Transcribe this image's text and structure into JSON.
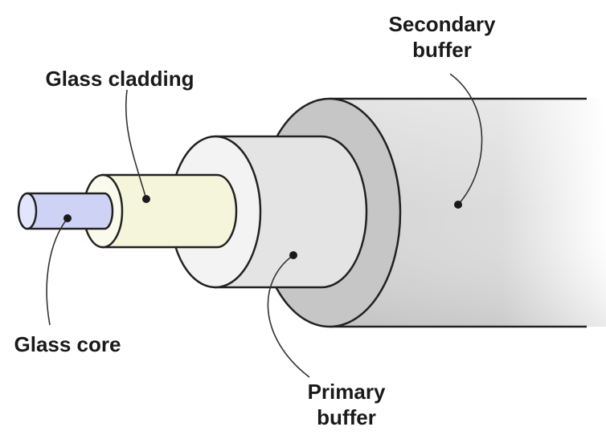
{
  "labels": {
    "secondary_buffer": [
      "Secondary",
      "buffer"
    ],
    "glass_cladding": [
      "Glass cladding"
    ],
    "glass_core": [
      "Glass core"
    ],
    "primary_buffer": [
      "Primary",
      "buffer"
    ]
  },
  "colors": {
    "core_face": "#e0e3fa",
    "core_body": "#cdd2f4",
    "cladding_face": "#fbfbec",
    "cladding_body": "#f6f6dc",
    "primary_face": "#f4f4f4",
    "primary_body": "#e6e6e6",
    "secondary_face": "#c4c4c4",
    "secondary_body": "#d8d8d8",
    "outline": "#222222",
    "leader": "#333333"
  }
}
